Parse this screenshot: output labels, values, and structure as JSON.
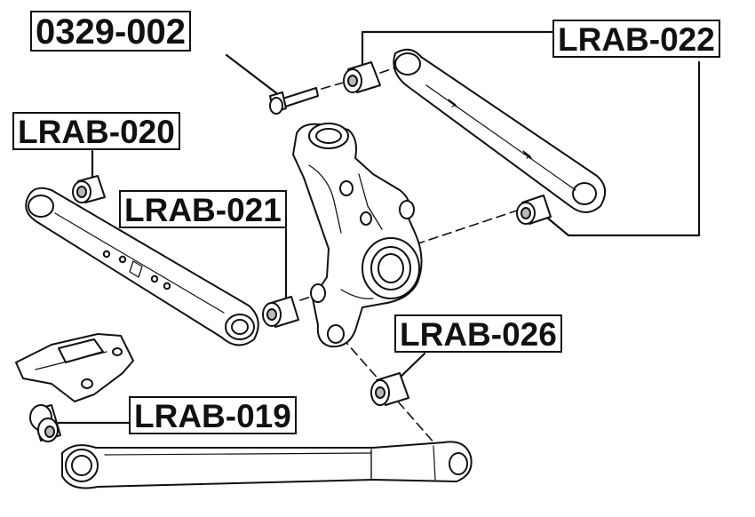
{
  "labels": {
    "bolt": "0329-002",
    "upper_link": "LRAB-022",
    "front_link": "LRAB-020",
    "knuckle_lower": "LRAB-021",
    "knuckle_rear": "LRAB-026",
    "trailing_arm": "LRAB-019"
  },
  "colors": {
    "line": "#111111",
    "part_fill": "#ffffff",
    "shade": "#b9b9b9",
    "shade_dark": "#7a7a7a"
  }
}
